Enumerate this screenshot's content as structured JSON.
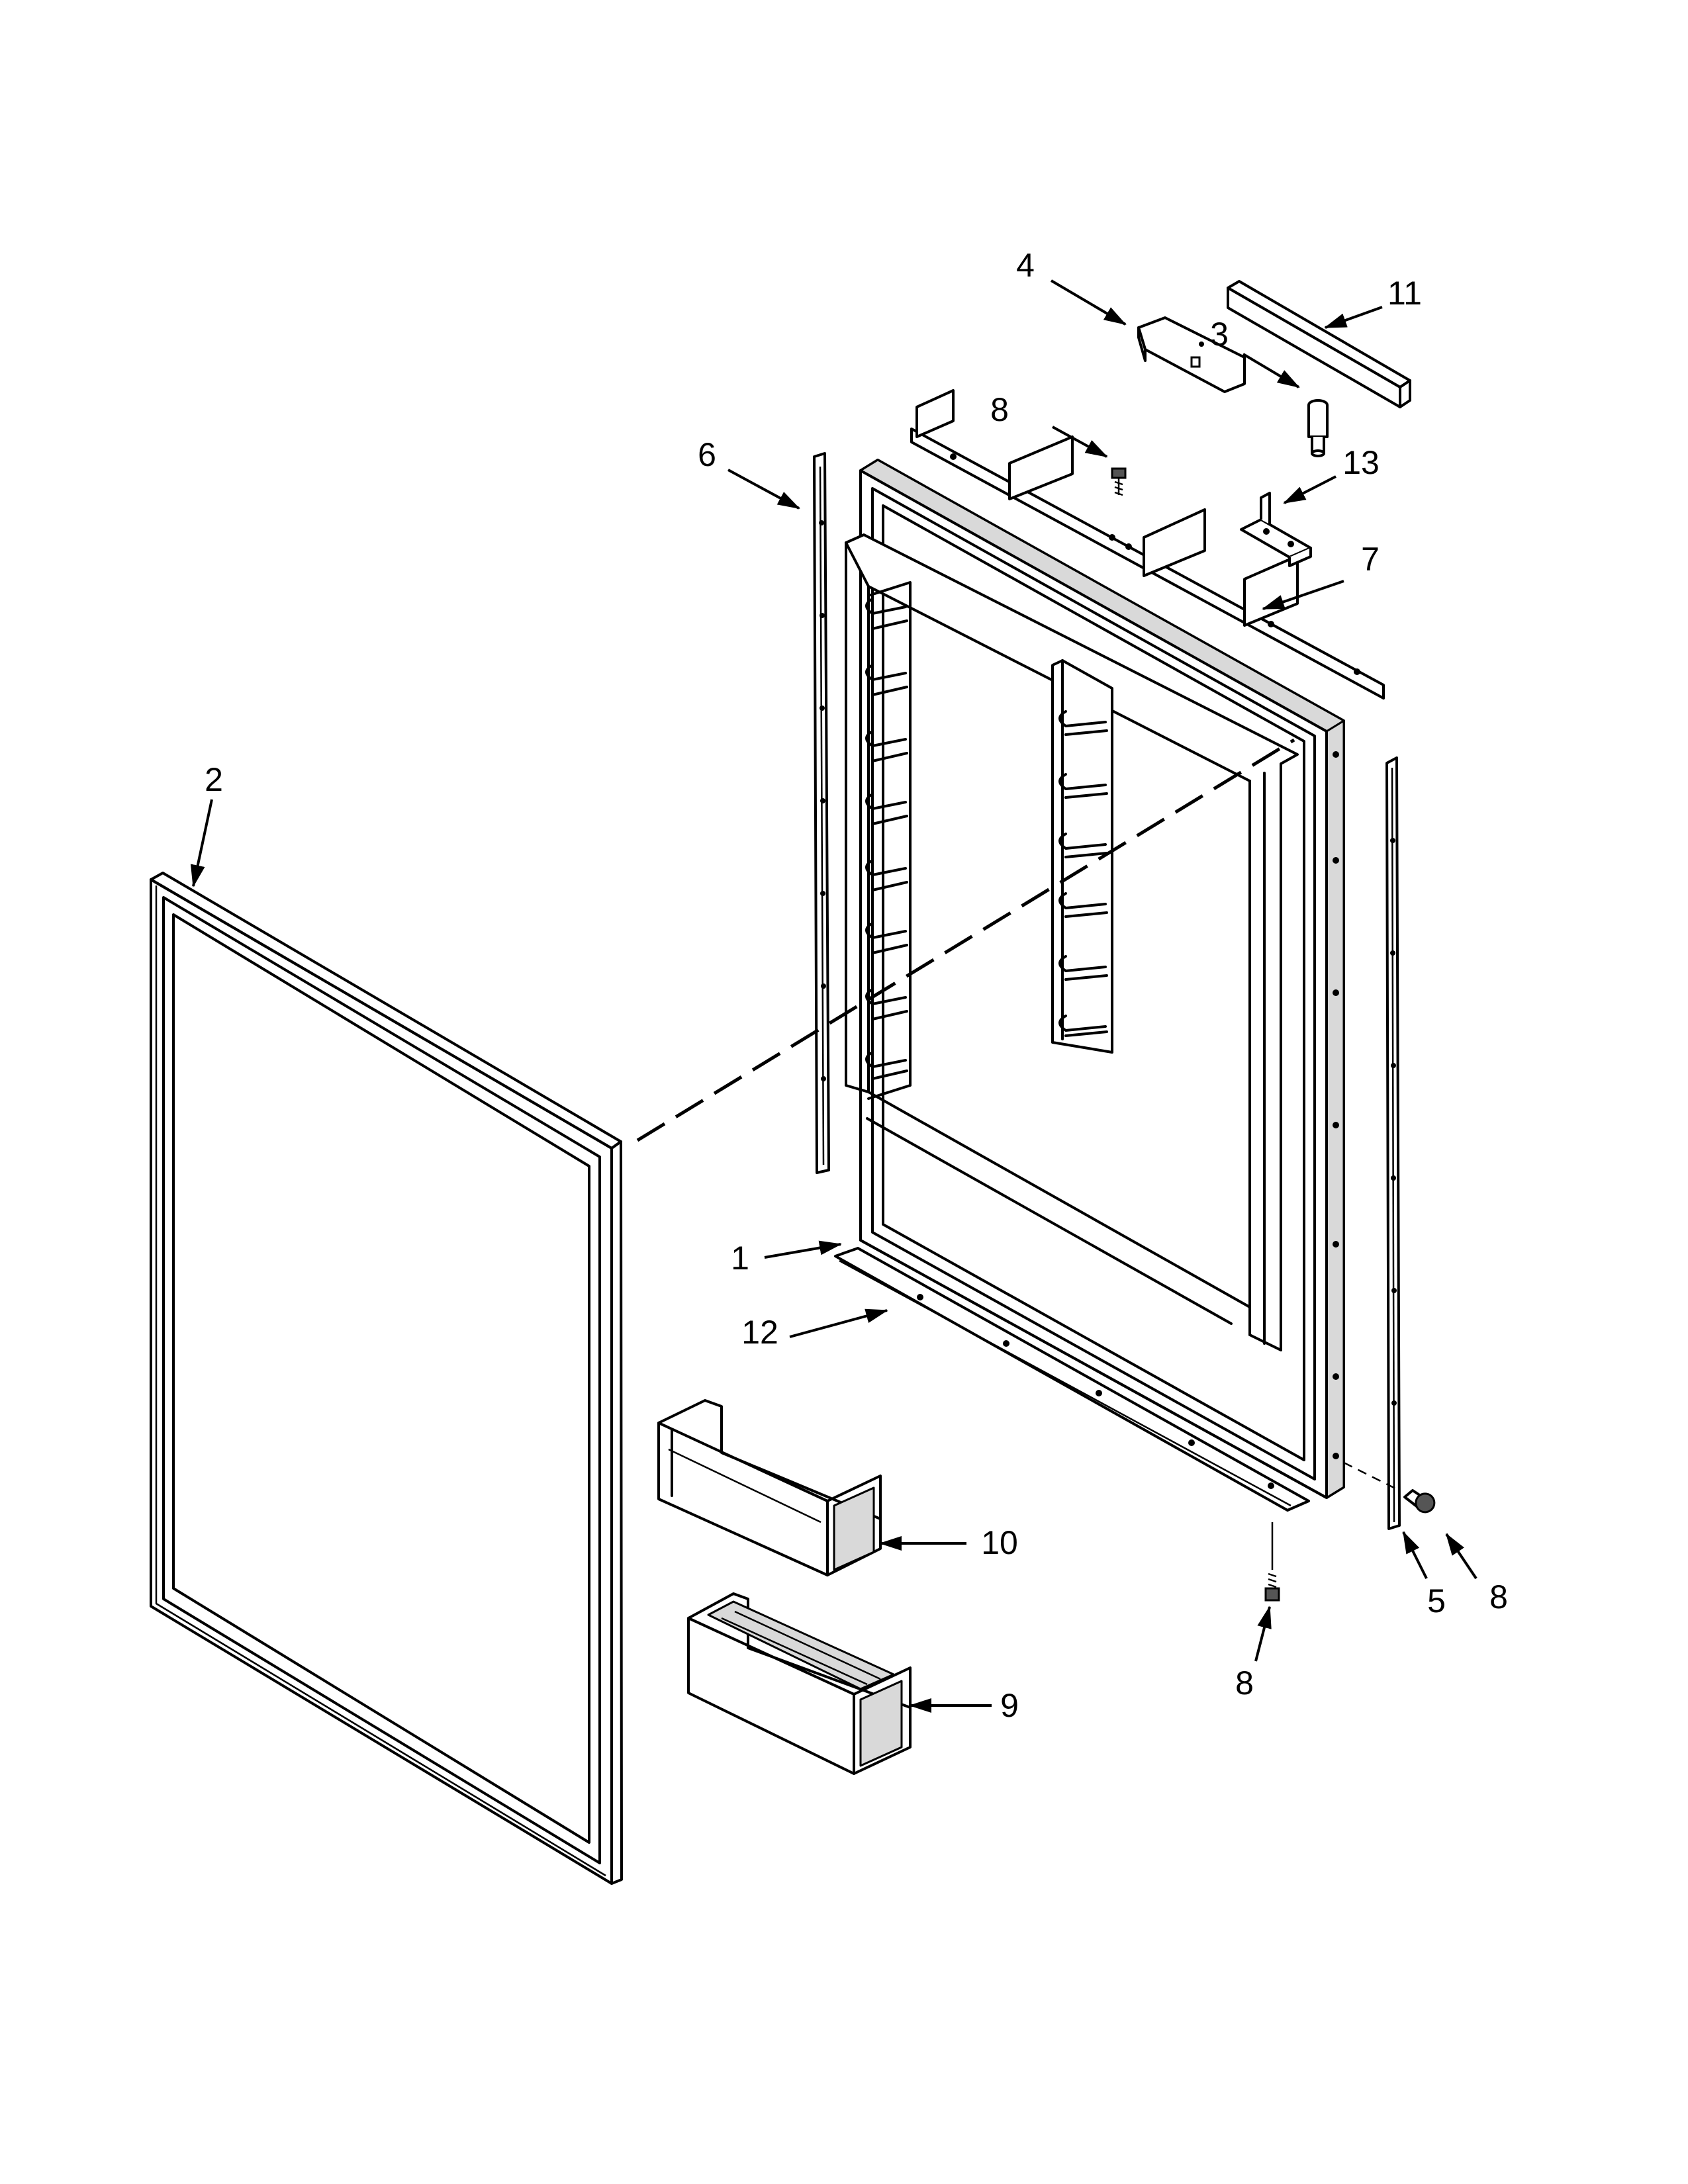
{
  "callouts": {
    "c1": "1",
    "c2": "2",
    "c3": "3",
    "c4": "4",
    "c5": "5",
    "c6": "6",
    "c7": "7",
    "c8a": "8",
    "c8b": "8",
    "c8c": "8",
    "c9": "9",
    "c10": "10",
    "c11": "11",
    "c12": "12",
    "c13": "13"
  }
}
